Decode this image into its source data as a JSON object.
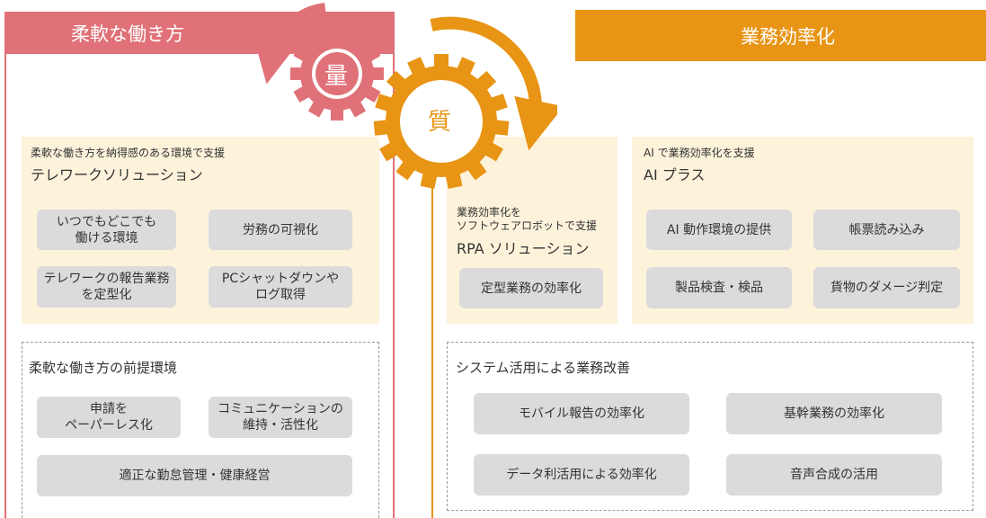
{
  "colors": {
    "pink": "#e07178",
    "orange": "#e89414",
    "panel_bg": "#fdf3db",
    "pill_bg": "#dbdbdb"
  },
  "headers": {
    "left": "柔軟な働き方",
    "right": "業務効率化"
  },
  "gears": {
    "quantity": "量",
    "quality": "質"
  },
  "telework": {
    "subtitle": "柔軟な働き方を納得感のある環境で支援",
    "title": "テレワークソリューション",
    "items": [
      "いつでもどこでも\n働ける環境",
      "労務の可視化",
      "テレワークの報告業務\nを定型化",
      "PCシャットダウンや\nログ取得"
    ]
  },
  "flex_env": {
    "title": "柔軟な働き方の前提環境",
    "items": [
      "申請を\nペーパーレス化",
      "コミュニケーションの\n維持・活性化",
      "適正な勤怠管理・健康経営"
    ]
  },
  "rpa": {
    "subtitle": "業務効率化を\nソフトウェアロボットで支援",
    "title": "RPA ソリューション",
    "items": [
      "定型業務の効率化"
    ]
  },
  "ai": {
    "subtitle": "AI で業務効率化を支援",
    "title": "AI プラス",
    "items": [
      "AI 動作環境の提供",
      "帳票読み込み",
      "製品検査・検品",
      "貨物のダメージ判定"
    ]
  },
  "system": {
    "title": "システム活用による業務改善",
    "items": [
      "モバイル報告の効率化",
      "基幹業務の効率化",
      "データ利活用による効率化",
      "音声合成の活用"
    ]
  }
}
